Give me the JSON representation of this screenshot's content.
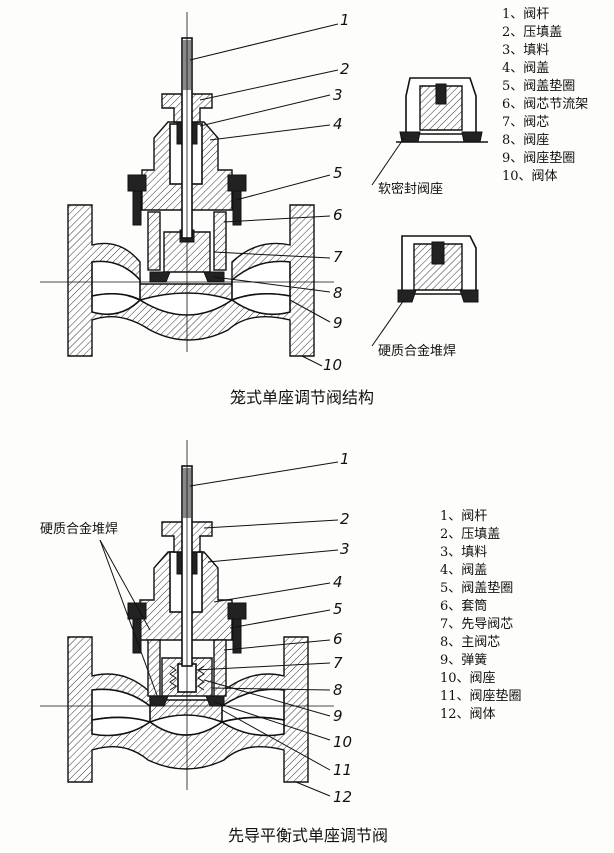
{
  "valve1": {
    "caption": "笼式单座调节阀结构",
    "callouts": [
      "1",
      "2",
      "3",
      "4",
      "5",
      "6",
      "7",
      "8",
      "9",
      "10"
    ],
    "legend": [
      "1、阀杆",
      "2、压填盖",
      "3、填料",
      "4、阀盖",
      "5、阀盖垫圈",
      "6、阀芯节流架",
      "7、阀芯",
      "8、阀座",
      "9、阀座垫圈",
      "10、阀体"
    ],
    "soft_seal_label": "软密封阀座",
    "hard_alloy_label": "硬质合金堆焊"
  },
  "valve2": {
    "caption": "先导平衡式单座调节阀",
    "callouts": [
      "1",
      "2",
      "3",
      "4",
      "5",
      "6",
      "7",
      "8",
      "9",
      "10",
      "11",
      "12"
    ],
    "legend": [
      "1、阀杆",
      "2、压填盖",
      "3、填料",
      "4、阀盖",
      "5、阀盖垫圈",
      "6、套筒",
      "7、先导阀芯",
      "8、主阀芯",
      "9、弹簧",
      "10、阀座",
      "11、阀座垫圈",
      "12、阀体"
    ],
    "hard_alloy_label": "硬质合金堆焊"
  }
}
